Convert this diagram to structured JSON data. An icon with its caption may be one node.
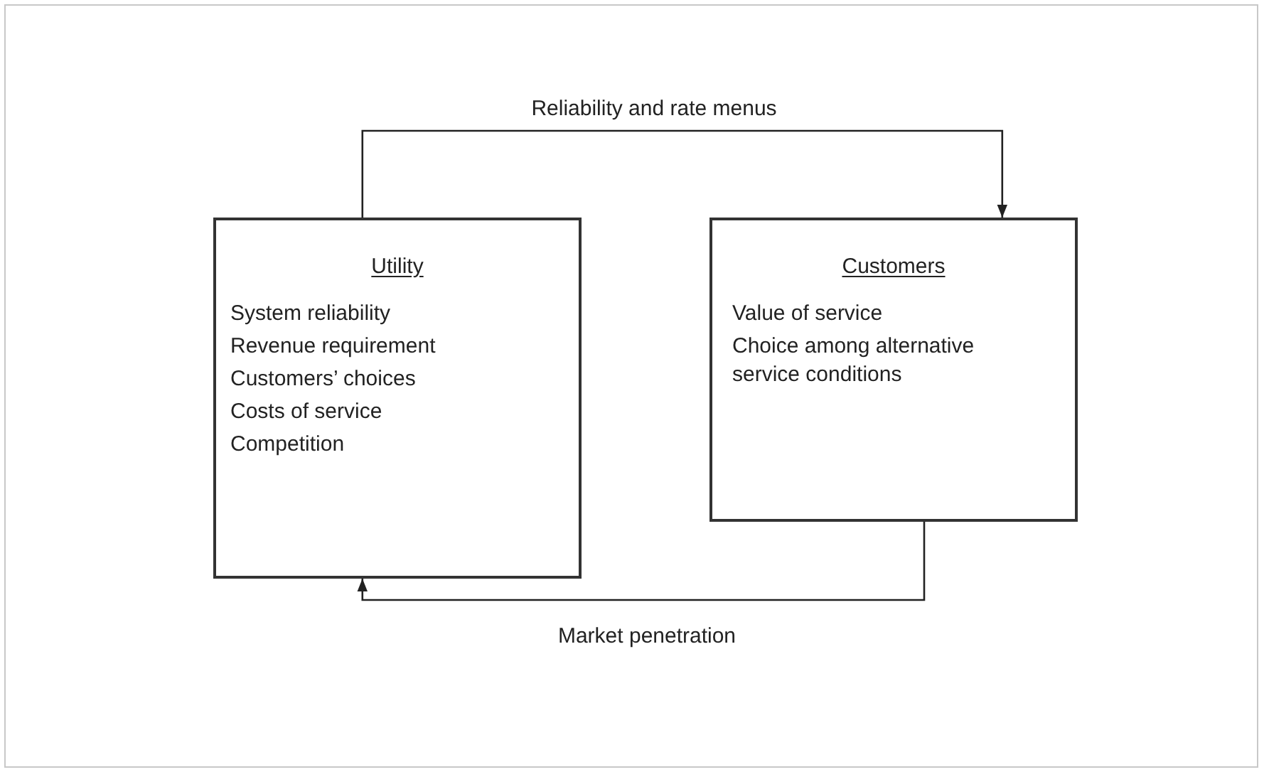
{
  "diagram": {
    "nodes": [
      {
        "text": [
          "Utility",
          "System reliability",
          "Revenue requirement",
          "Customers’ choices",
          "Costs of service",
          "Competition"
        ]
      },
      {
        "text": [
          "Customers",
          "Value of service",
          "Choice among alternative service conditions"
        ]
      }
    ],
    "edges": [
      {
        "from": 0,
        "to": 1,
        "arrow": "to",
        "label": "Reliability and rate menus"
      },
      {
        "from": 1,
        "to": 0,
        "arrow": "to",
        "label": "Market penetration"
      }
    ]
  }
}
